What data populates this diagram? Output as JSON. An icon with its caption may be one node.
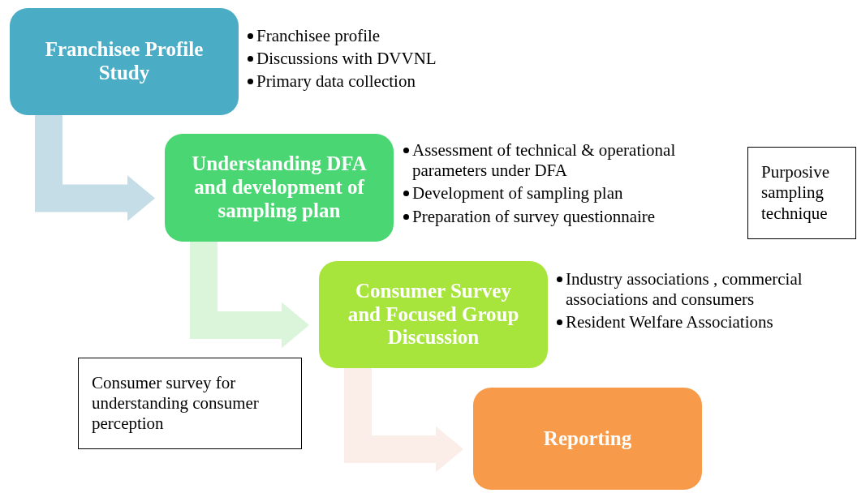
{
  "diagram": {
    "nodes": [
      {
        "text": [
          "Franchisee Profile Study"
        ],
        "beside": [
          "Franchisee profile",
          "Discussions with DVVNL",
          "Primary data collection"
        ]
      },
      {
        "text": [
          "Understanding DFA and development of sampling plan"
        ],
        "beside": [
          "Assessment of technical & operational parameters under DFA",
          "Development of sampling plan",
          "Preparation of survey questionnaire"
        ]
      },
      {
        "text": [
          "Consumer Survey and Focused Group Discussion"
        ],
        "beside": [
          "Industry associations , commercial associations and consumers",
          "Resident Welfare Associations"
        ]
      },
      {
        "text": [
          "Reporting"
        ]
      },
      {
        "text": [
          "Purposive sampling technique"
        ]
      },
      {
        "text": [
          "Consumer survey for understanding consumer perception"
        ]
      }
    ],
    "edges": [
      {
        "from": 0,
        "to": 1,
        "arrow": "to",
        "color": "#c5dde6"
      },
      {
        "from": 1,
        "to": 2,
        "arrow": "to",
        "color": "#daf5da"
      },
      {
        "from": 2,
        "to": 3,
        "arrow": "to",
        "color": "#fbede8"
      }
    ]
  }
}
